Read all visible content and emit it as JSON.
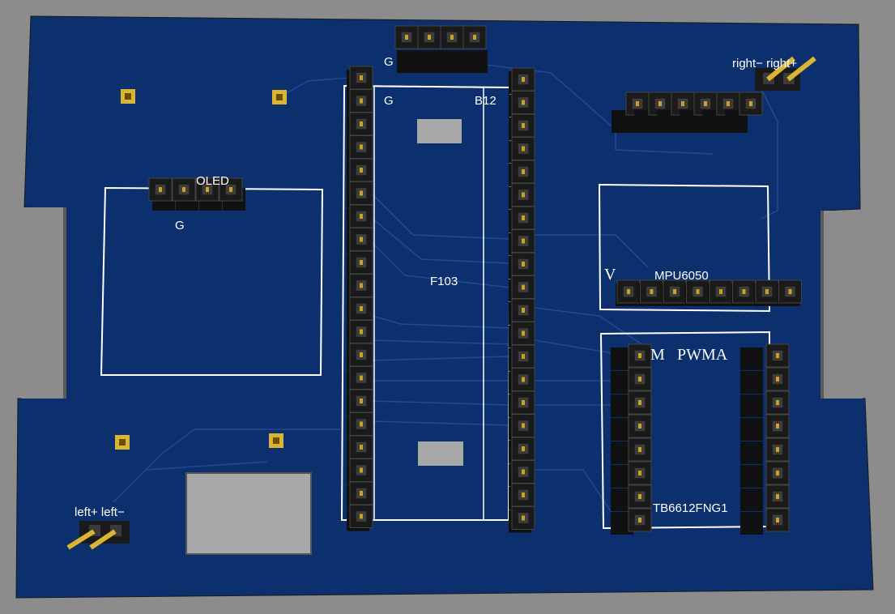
{
  "colors": {
    "background": "#8c8c8c",
    "board": "#0c2f6e",
    "silkscreen": "#ffffff",
    "header_body": "#1a1a1a",
    "pin_gold": "#c9a227",
    "module": "#a8a8a8"
  },
  "labels": {
    "top_header_ground": "G",
    "mcu_ground": "G",
    "mcu_pin": "B12",
    "mcu_name": "F103",
    "oled_ground": "G",
    "oled_name": "OLED",
    "imu_voltage": "V",
    "imu_name": "MPU6050",
    "driver_m": "M",
    "driver_pwma": "PWMA",
    "driver_name": "TB6612FNG1",
    "motor_right": "right− right+",
    "motor_left": "left+ left−"
  },
  "icons": {
    "pin_header": "pin-header-icon",
    "mounting_pad": "pad-icon",
    "smd_component": "smd-chip-icon"
  }
}
